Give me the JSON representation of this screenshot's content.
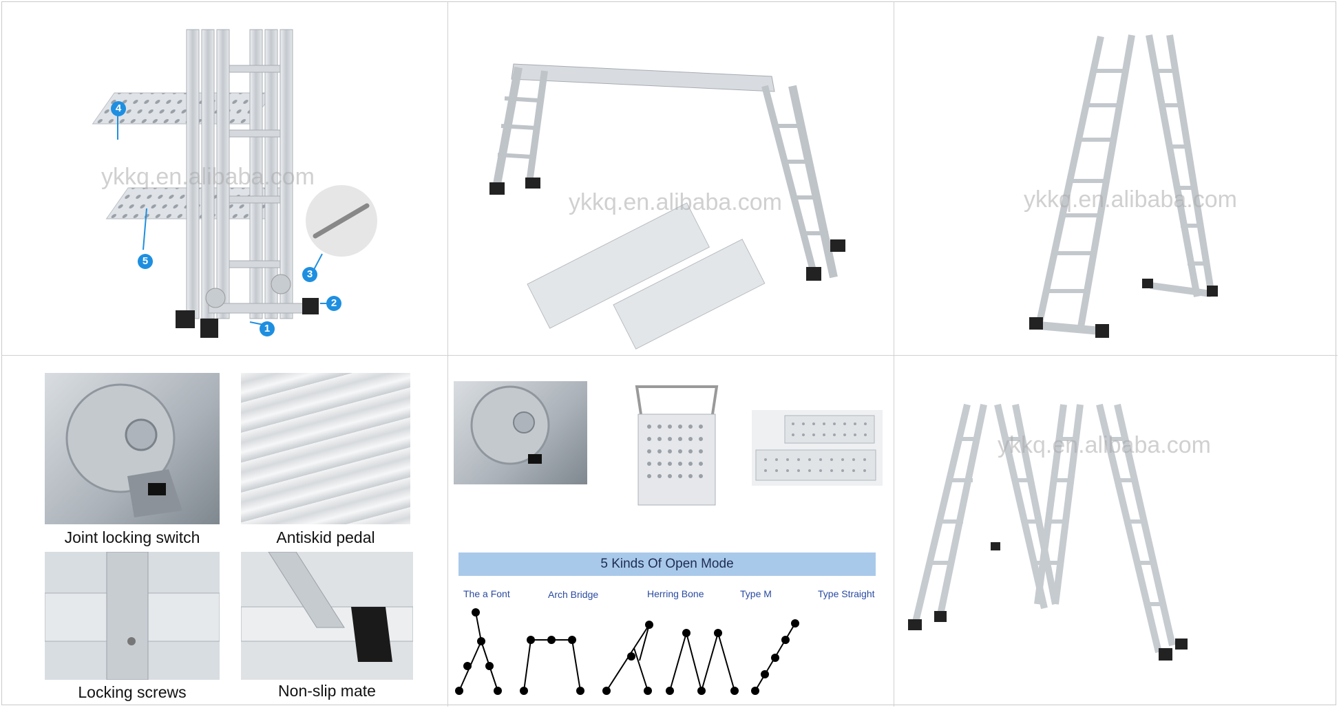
{
  "watermark": "ykkq.en.alibaba.com",
  "top_left": {
    "parts": [
      "1",
      "2",
      "3",
      "4",
      "5"
    ]
  },
  "features": {
    "joint_locking": "Joint locking switch",
    "antiskid": "Antiskid pedal",
    "locking_screws": "Locking screws",
    "non_slip": "Non-slip mate"
  },
  "open_modes": {
    "title": "5 Kinds Of Open Mode",
    "modes": [
      "The a Font",
      "Arch Bridge",
      "Herring Bone",
      "Type  M",
      "Type  Straight"
    ]
  },
  "colors": {
    "callout": "#1e8fe0",
    "mode_bar": "#a9c9ea",
    "mode_label": "#2a4aa0"
  }
}
